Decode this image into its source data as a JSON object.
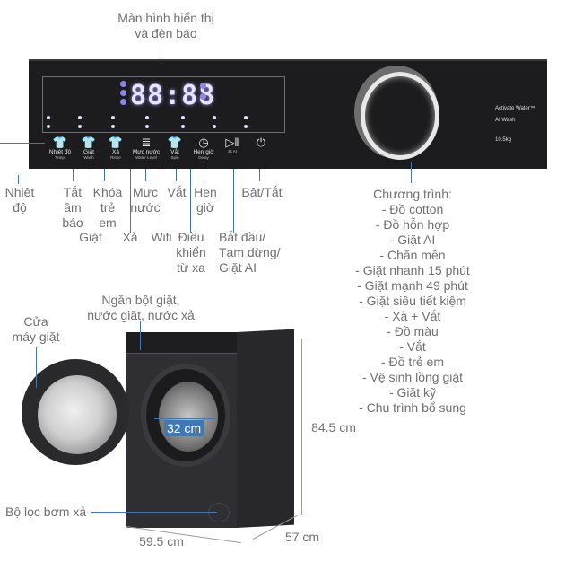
{
  "callouts": {
    "display": "Màn hình hiển thị\nvà đèn báo",
    "temperature": "Nhiệt\nđộ",
    "sound_off": "Tắt\nâm\nbáo",
    "wash": "Giặt",
    "child_lock": "Khóa\ntrẻ\nem",
    "rinse": "Xả",
    "water_level": "Mực\nnước",
    "wifi": "Wifi",
    "spin": "Vắt",
    "remote": "Điều\nkhiển\ntừ xa",
    "delay": "Hẹn\ngiờ",
    "start": "Bắt đầu/\nTạm dừng/\nGiặt AI",
    "power": "Bật/Tắt",
    "detergent": "Ngăn bột giặt,\nnước giặt, nước xả",
    "door": "Cửa\nmáy giặt",
    "filter": "Bộ lọc bơm xả"
  },
  "programs_title": "Chương trình:",
  "programs": [
    "- Đồ cotton",
    "- Đồ hỗn hợp",
    "- Giặt AI",
    "- Chăn mền",
    "- Giặt nhanh 15 phút",
    "- Giặt mạnh 49 phút",
    "- Giặt siêu tiết kiệm",
    "- Xả + Vắt",
    "- Đồ màu",
    "- Vắt",
    "- Đồ trẻ em",
    "- Vệ sinh lồng giặt",
    "- Giặt kỹ",
    "- Chu trình bổ sung"
  ],
  "panel": {
    "digits": "88:88",
    "buttons": [
      {
        "icon": "👕",
        "label": "Nhiệt độ",
        "sub": "Temp."
      },
      {
        "icon": "👕",
        "label": "Giặt",
        "sub": "Wash"
      },
      {
        "icon": "👕",
        "label": "Xả",
        "sub": "Rinse"
      },
      {
        "icon": "≣",
        "label": "Mực nước",
        "sub": "Water Level"
      },
      {
        "icon": "👕",
        "label": "Vắt",
        "sub": "Spin"
      },
      {
        "icon": "◷",
        "label": "Hẹn giờ",
        "sub": "Delay"
      },
      {
        "icon": "▷‖",
        "label": "",
        "sub": "3s AI"
      },
      {
        "icon": "⏻",
        "label": "",
        "sub": ""
      }
    ],
    "brand_lines": [
      "Activate Water™",
      "AI Wash",
      "10.5kg"
    ]
  },
  "dimensions": {
    "drum": "32 cm",
    "height": "84.5 cm",
    "width": "59.5 cm",
    "depth": "57 cm"
  },
  "colors": {
    "line": "#3f78b4",
    "panel": "#1c1c1e",
    "text": "#707070"
  }
}
